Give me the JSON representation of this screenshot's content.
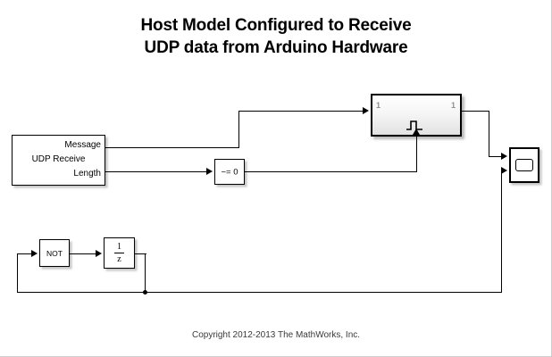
{
  "title": {
    "line1": "Host Model Configured to Receive",
    "line2": "UDP data from Arduino Hardware"
  },
  "copyright": "Copyright 2012-2013 The MathWorks, Inc.",
  "blocks": {
    "udp_receive": {
      "name": "UDP Receive",
      "out_message": "Message",
      "out_length": "Length"
    },
    "compare_to_zero": {
      "label": "~= 0"
    },
    "logical_not": {
      "label": "NOT"
    },
    "unit_delay": {
      "numerator": "1",
      "denominator": "z"
    },
    "triggered_subsystem": {
      "in_port_number": "1",
      "out_port_number": "1"
    },
    "scope": {
      "label": ""
    }
  },
  "colors": {
    "background": "#ffffff",
    "line": "#000000",
    "port_number": "#909090",
    "block_fill": "#ffffff",
    "subsystem_fill": "#f0f0f0",
    "copyright_text": "#3a3a3a"
  }
}
